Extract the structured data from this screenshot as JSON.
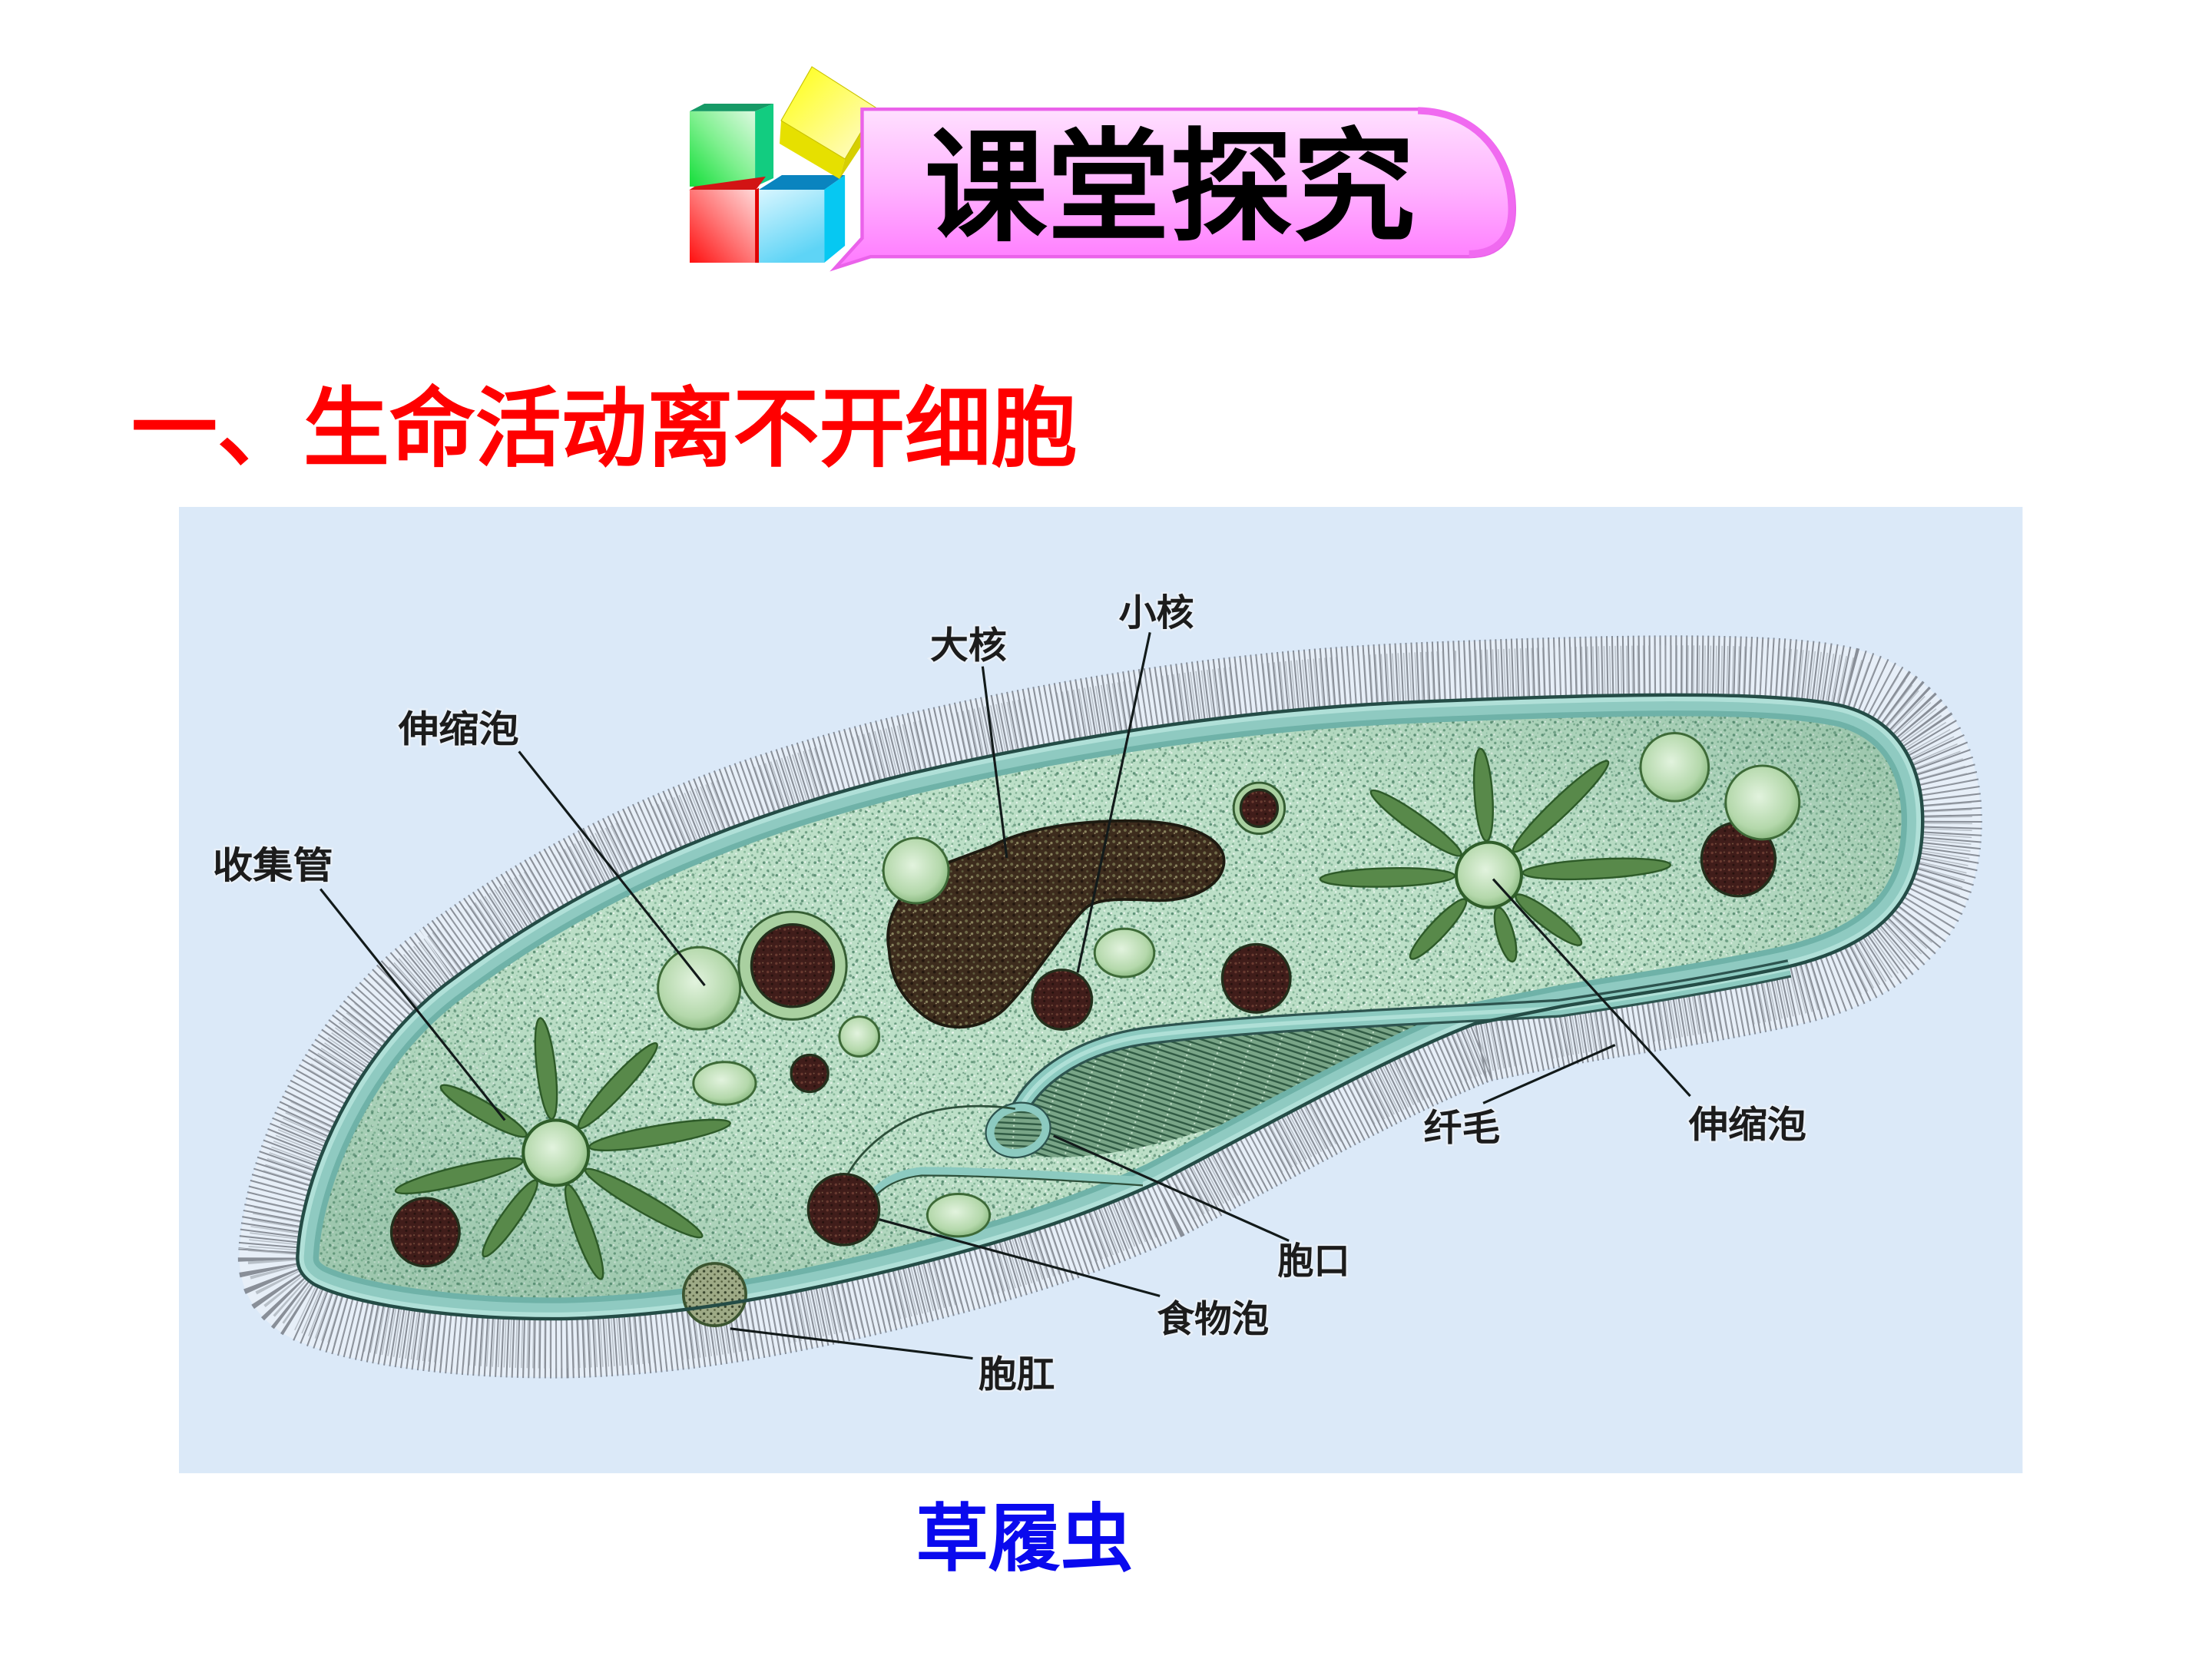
{
  "slide": {
    "banner": {
      "title": "课堂探究",
      "icon": "stacked-cubes-icon"
    },
    "heading": "一、生命活动离不开细胞",
    "figure": {
      "labels": [
        {
          "id": "micronucleus",
          "text": "小核"
        },
        {
          "id": "macronucleus",
          "text": "大核"
        },
        {
          "id": "contractile-vacuole-left",
          "text": "伸缩泡"
        },
        {
          "id": "collecting-canal",
          "text": "收集管"
        },
        {
          "id": "cilia",
          "text": "纤毛"
        },
        {
          "id": "contractile-vacuole-right",
          "text": "伸缩泡"
        },
        {
          "id": "oral-groove",
          "text": "胞口"
        },
        {
          "id": "food-vacuole",
          "text": "食物泡"
        },
        {
          "id": "anal-pore",
          "text": "胞肛"
        }
      ]
    },
    "caption": "草履虫"
  },
  "colors": {
    "heading": "#ff0000",
    "caption": "#0a0aee",
    "banner_text": "#000000",
    "banner_fill_top": "#ffd8ff",
    "banner_fill_bottom": "#ff7eff",
    "figure_background": "#dbe9f8",
    "cell_body": "#bcdfc7",
    "membrane": "#86c4ba",
    "macronucleus": "#3d2c1d",
    "food_vacuole": "#401d1a",
    "contractile_vacuole_rays": "#58894a",
    "cilia": "#6e737c",
    "label_text": "#1c1c1c"
  }
}
